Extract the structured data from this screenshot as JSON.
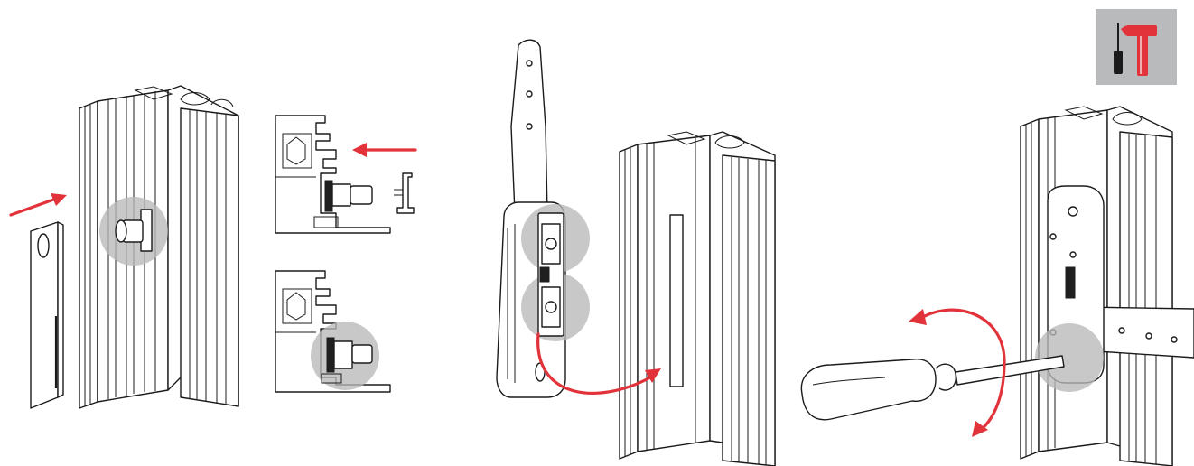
{
  "figure": {
    "steps": [
      {
        "step_id": "insert-connector"
      },
      {
        "step_id": "connector-cross-sections"
      },
      {
        "step_id": "mount-handle"
      },
      {
        "step_id": "tighten-screw"
      }
    ],
    "icons": {
      "tools": "screwdriver-and-hammer-icon"
    },
    "colors": {
      "accent": "#e2323a",
      "highlight": "#b8b8b8",
      "badge": "#b8babc",
      "background": "#ffffff"
    }
  }
}
